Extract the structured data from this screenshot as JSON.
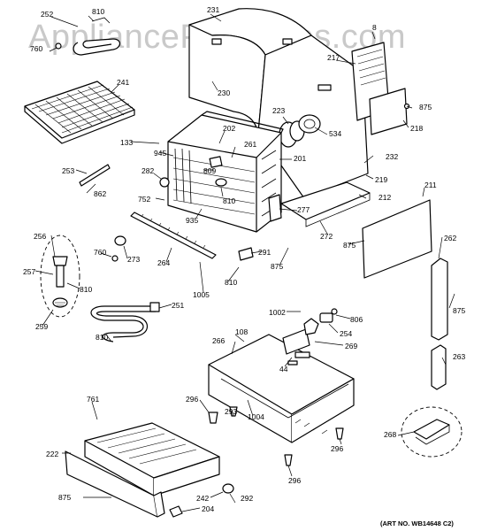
{
  "watermark": "AppliancePartsPros.com",
  "art_number": "(ART NO. WB14648 C2)",
  "labels": {
    "p252": "252",
    "p810a": "810",
    "p760a": "760",
    "p231": "231",
    "p8": "8",
    "p217": "217",
    "p875a": "875",
    "p218": "218",
    "p241": "241",
    "p230": "230",
    "p223": "223",
    "p534": "534",
    "p133": "133",
    "p202": "202",
    "p261": "261",
    "p945": "945",
    "p201": "201",
    "p232": "232",
    "p219": "219",
    "p253": "253",
    "p282": "282",
    "p809": "809",
    "p862": "862",
    "p752": "752",
    "p810b": "810",
    "p935": "935",
    "p277": "277",
    "p212": "212",
    "p211": "211",
    "p272": "272",
    "p875b": "875",
    "p262": "262",
    "p256": "256",
    "p273": "273",
    "p760b": "760",
    "p264": "264",
    "p291": "291",
    "p875c": "875",
    "p257": "257",
    "p810c": "810",
    "p810d": "810",
    "p1005": "1005",
    "p251": "251",
    "p875d": "875",
    "p259": "259",
    "p810e": "810",
    "p1002": "1002",
    "p806": "806",
    "p108": "108",
    "p254": "254",
    "p266": "266",
    "p269": "269",
    "p44": "44",
    "p263": "263",
    "p761": "761",
    "p296a": "296",
    "p293": "293",
    "p1004": "1004",
    "p268": "268",
    "p296b": "296",
    "p222": "222",
    "p296c": "296",
    "p242": "242",
    "p292": "292",
    "p875e": "875",
    "p204": "204"
  }
}
